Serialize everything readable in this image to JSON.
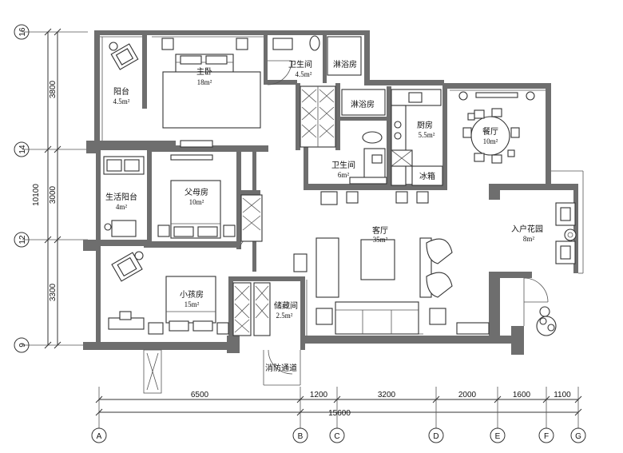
{
  "rooms": {
    "master_bedroom": {
      "name": "主卧",
      "area": "18m²"
    },
    "balcony": {
      "name": "阳台",
      "area": "4.5m²"
    },
    "master_bath": {
      "name": "卫生间",
      "area": "4.5m²"
    },
    "shower_1": {
      "name": "淋浴房"
    },
    "shower_2": {
      "name": "淋浴房"
    },
    "kitchen": {
      "name": "厨房",
      "area": "5.5m²"
    },
    "fridge": {
      "name": "冰箱"
    },
    "bathroom": {
      "name": "卫生间",
      "area": "6m²"
    },
    "dining": {
      "name": "餐厅",
      "area": "10m²"
    },
    "utility_balcony": {
      "name": "生活阳台",
      "area": "4m²"
    },
    "parents_room": {
      "name": "父母房",
      "area": "10m²"
    },
    "living_room": {
      "name": "客厅",
      "area": "35m²"
    },
    "entry_garden": {
      "name": "入户花园",
      "area": "8m²"
    },
    "kids_room": {
      "name": "小孩房",
      "area": "15m²"
    },
    "storage": {
      "name": "储藏间",
      "area": "2.5m²"
    },
    "fire_passage": {
      "name": "消防通道"
    }
  },
  "dimensions": {
    "bottom_segments": [
      "6500",
      "1200",
      "3200",
      "2000",
      "1600",
      "1100"
    ],
    "bottom_total": "15600",
    "left_segments": [
      "3800",
      "3000",
      "3300"
    ],
    "left_total": "10100"
  },
  "axes": {
    "bottom": [
      "A",
      "B",
      "C",
      "D",
      "E",
      "F",
      "G"
    ],
    "left": [
      "16",
      "14",
      "12",
      "9"
    ]
  }
}
